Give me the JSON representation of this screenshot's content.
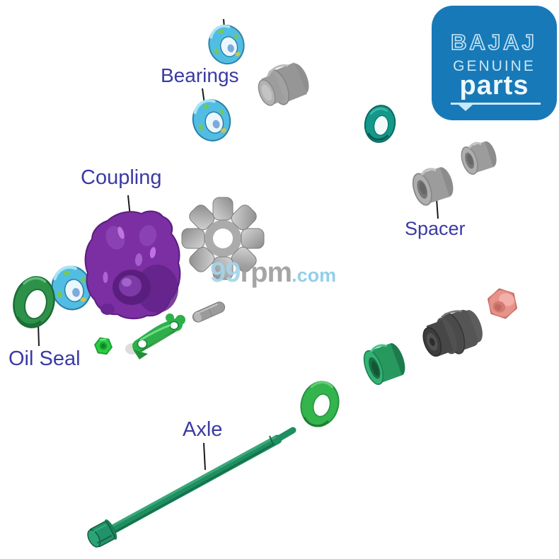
{
  "callouts": {
    "bearings": "Bearings",
    "coupling": "Coupling",
    "spacer": "Spacer",
    "oil_seal": "Oil Seal",
    "axle": "Axle"
  },
  "logo": {
    "brand": "BAJAJ",
    "subtitle": "GENUINE",
    "emphasis": "parts",
    "background": "#1879b8",
    "text_color": "#c9e7f5"
  },
  "watermark": {
    "prefix": "99",
    "middle": "rpm",
    "suffix": ".com",
    "blue": "#a5d4ea",
    "gray": "#9e9e9e"
  },
  "parts_depicted": [
    "ball-bearing-top",
    "ball-bearing-middle",
    "ball-bearing-left",
    "bush-cap",
    "small-teal-seal",
    "spacer-upper",
    "spacer-lower",
    "coupling-hub",
    "rubber-damper",
    "oil-seal",
    "green-lock-nut",
    "retainer-bracket",
    "dowel-pin",
    "dark-hub-bushing",
    "pink-nut",
    "green-sleeve-spacer",
    "green-washer",
    "axle-bolt"
  ],
  "colors": {
    "label_text": "#3a3aa5",
    "leader_line": "#1a1a1a",
    "bearing_blue": "#52bde2",
    "bearing_blue_dark": "#2b7fa6",
    "coupling_purple": "#7b2fa2",
    "coupling_purple_dark": "#5a1f7e",
    "damper_gray": "#b5b5b5",
    "spacer_gray": "#9c9c9c",
    "cap_gray": "#969696",
    "pin_gray": "#9b9b9b",
    "bushing_dark_gray": "#4a4a4a",
    "teal_seal": "#13988a",
    "oil_seal_green": "#2e9149",
    "nut_green": "#2ecc44",
    "bracket_green": "#2db04a",
    "sleeve_green": "#27995e",
    "washer_green": "#34b44c",
    "axle_green": "#1f8f62",
    "pink_nut": "#e8938b",
    "logo_blue": "#1879b8"
  }
}
